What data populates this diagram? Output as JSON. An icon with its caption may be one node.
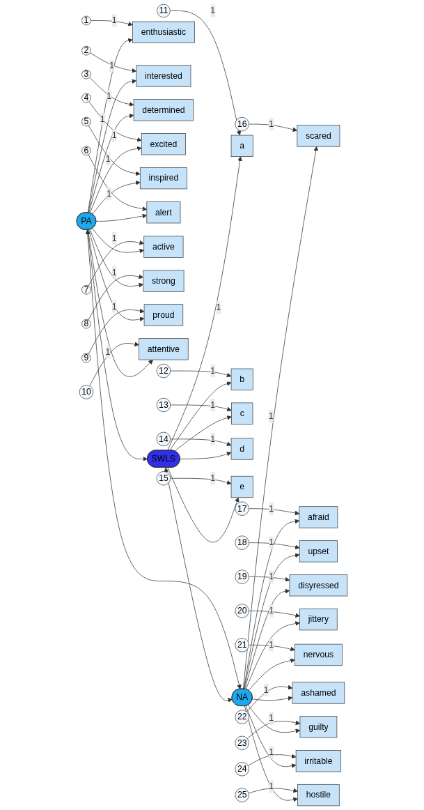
{
  "diagram": {
    "nodes": [
      {
        "text": [
          "PA"
        ]
      },
      {
        "text": [
          "SWLS"
        ]
      },
      {
        "text": [
          "NA"
        ]
      },
      {
        "text": [
          "enthusiastic"
        ]
      },
      {
        "text": [
          "interested"
        ]
      },
      {
        "text": [
          "determined"
        ]
      },
      {
        "text": [
          "excited"
        ]
      },
      {
        "text": [
          "inspired"
        ]
      },
      {
        "text": [
          "alert"
        ]
      },
      {
        "text": [
          "active"
        ]
      },
      {
        "text": [
          "strong"
        ]
      },
      {
        "text": [
          "proud"
        ]
      },
      {
        "text": [
          "attentive"
        ]
      },
      {
        "text": [
          "a"
        ]
      },
      {
        "text": [
          "b"
        ]
      },
      {
        "text": [
          "c"
        ]
      },
      {
        "text": [
          "d"
        ]
      },
      {
        "text": [
          "e"
        ]
      },
      {
        "text": [
          "scared"
        ]
      },
      {
        "text": [
          "afraid"
        ]
      },
      {
        "text": [
          "upset"
        ]
      },
      {
        "text": [
          "disyressed"
        ]
      },
      {
        "text": [
          "jittery"
        ]
      },
      {
        "text": [
          "nervous"
        ]
      },
      {
        "text": [
          "ashamed"
        ]
      },
      {
        "text": [
          "guilty"
        ]
      },
      {
        "text": [
          "irritable"
        ]
      },
      {
        "text": [
          "hostile"
        ]
      },
      {
        "text": [
          "1"
        ]
      },
      {
        "text": [
          "2"
        ]
      },
      {
        "text": [
          "3"
        ]
      },
      {
        "text": [
          "4"
        ]
      },
      {
        "text": [
          "5"
        ]
      },
      {
        "text": [
          "6"
        ]
      },
      {
        "text": [
          "7"
        ]
      },
      {
        "text": [
          "8"
        ]
      },
      {
        "text": [
          "9"
        ]
      },
      {
        "text": [
          "10"
        ]
      },
      {
        "text": [
          "11"
        ]
      },
      {
        "text": [
          "12"
        ]
      },
      {
        "text": [
          "13"
        ]
      },
      {
        "text": [
          "14"
        ]
      },
      {
        "text": [
          "15"
        ]
      },
      {
        "text": [
          "16"
        ]
      },
      {
        "text": [
          "17"
        ]
      },
      {
        "text": [
          "18"
        ]
      },
      {
        "text": [
          "19"
        ]
      },
      {
        "text": [
          "20"
        ]
      },
      {
        "text": [
          "21"
        ]
      },
      {
        "text": [
          "22"
        ]
      },
      {
        "text": [
          "23"
        ]
      },
      {
        "text": [
          "24"
        ]
      },
      {
        "text": [
          "25"
        ]
      }
    ],
    "edges": [
      {
        "from": 0,
        "to": 3,
        "arrow": "to",
        "label": "1"
      },
      {
        "from": 0,
        "to": 4,
        "arrow": "to"
      },
      {
        "from": 0,
        "to": 5,
        "arrow": "to"
      },
      {
        "from": 0,
        "to": 6,
        "arrow": "to"
      },
      {
        "from": 0,
        "to": 7,
        "arrow": "to"
      },
      {
        "from": 0,
        "to": 8,
        "arrow": "to"
      },
      {
        "from": 0,
        "to": 9,
        "arrow": "to"
      },
      {
        "from": 0,
        "to": 10,
        "arrow": "to"
      },
      {
        "from": 0,
        "to": 11,
        "arrow": "to"
      },
      {
        "from": 0,
        "to": 12,
        "arrow": "to"
      },
      {
        "from": 1,
        "to": 13,
        "arrow": "to",
        "label": "1"
      },
      {
        "from": 1,
        "to": 14,
        "arrow": "to"
      },
      {
        "from": 1,
        "to": 15,
        "arrow": "to"
      },
      {
        "from": 1,
        "to": 16,
        "arrow": "to"
      },
      {
        "from": 1,
        "to": 17,
        "arrow": "to"
      },
      {
        "from": 2,
        "to": 18,
        "arrow": "to",
        "label": "1"
      },
      {
        "from": 2,
        "to": 19,
        "arrow": "to"
      },
      {
        "from": 2,
        "to": 20,
        "arrow": "to"
      },
      {
        "from": 2,
        "to": 21,
        "arrow": "to"
      },
      {
        "from": 2,
        "to": 22,
        "arrow": "to"
      },
      {
        "from": 2,
        "to": 23,
        "arrow": "to"
      },
      {
        "from": 2,
        "to": 24,
        "arrow": "to"
      },
      {
        "from": 2,
        "to": 25,
        "arrow": "to"
      },
      {
        "from": 2,
        "to": 26,
        "arrow": "to"
      },
      {
        "from": 2,
        "to": 27,
        "arrow": "to"
      },
      {
        "from": 28,
        "to": 3,
        "arrow": "to",
        "label": "1"
      },
      {
        "from": 29,
        "to": 4,
        "arrow": "to",
        "label": "1"
      },
      {
        "from": 30,
        "to": 5,
        "arrow": "to",
        "label": "1"
      },
      {
        "from": 31,
        "to": 6,
        "arrow": "to",
        "label": "1"
      },
      {
        "from": 32,
        "to": 7,
        "arrow": "to",
        "label": "1"
      },
      {
        "from": 33,
        "to": 8,
        "arrow": "to",
        "label": "1"
      },
      {
        "from": 34,
        "to": 9,
        "arrow": "to",
        "label": "1"
      },
      {
        "from": 35,
        "to": 10,
        "arrow": "to",
        "label": "1"
      },
      {
        "from": 36,
        "to": 11,
        "arrow": "to",
        "label": "1"
      },
      {
        "from": 37,
        "to": 12,
        "arrow": "to",
        "label": "1"
      },
      {
        "from": 38,
        "to": 13,
        "arrow": "to",
        "label": "1"
      },
      {
        "from": 39,
        "to": 14,
        "arrow": "to",
        "label": "1"
      },
      {
        "from": 40,
        "to": 15,
        "arrow": "to",
        "label": "1"
      },
      {
        "from": 41,
        "to": 16,
        "arrow": "to",
        "label": "1"
      },
      {
        "from": 42,
        "to": 17,
        "arrow": "to",
        "label": "1"
      },
      {
        "from": 43,
        "to": 18,
        "arrow": "to",
        "label": "1"
      },
      {
        "from": 44,
        "to": 19,
        "arrow": "to",
        "label": "1"
      },
      {
        "from": 45,
        "to": 20,
        "arrow": "to",
        "label": "1"
      },
      {
        "from": 46,
        "to": 21,
        "arrow": "to",
        "label": "1"
      },
      {
        "from": 47,
        "to": 22,
        "arrow": "to",
        "label": "1"
      },
      {
        "from": 48,
        "to": 23,
        "arrow": "to",
        "label": "1"
      },
      {
        "from": 49,
        "to": 24,
        "arrow": "to",
        "label": "1"
      },
      {
        "from": 50,
        "to": 25,
        "arrow": "to",
        "label": "1"
      },
      {
        "from": 51,
        "to": 26,
        "arrow": "to",
        "label": "1"
      },
      {
        "from": 52,
        "to": 27,
        "arrow": "to",
        "label": "1"
      },
      {
        "from": 0,
        "to": 1,
        "arrow": "both"
      },
      {
        "from": 1,
        "to": 2,
        "arrow": "both"
      },
      {
        "from": 0,
        "to": 2,
        "arrow": "both"
      }
    ]
  }
}
